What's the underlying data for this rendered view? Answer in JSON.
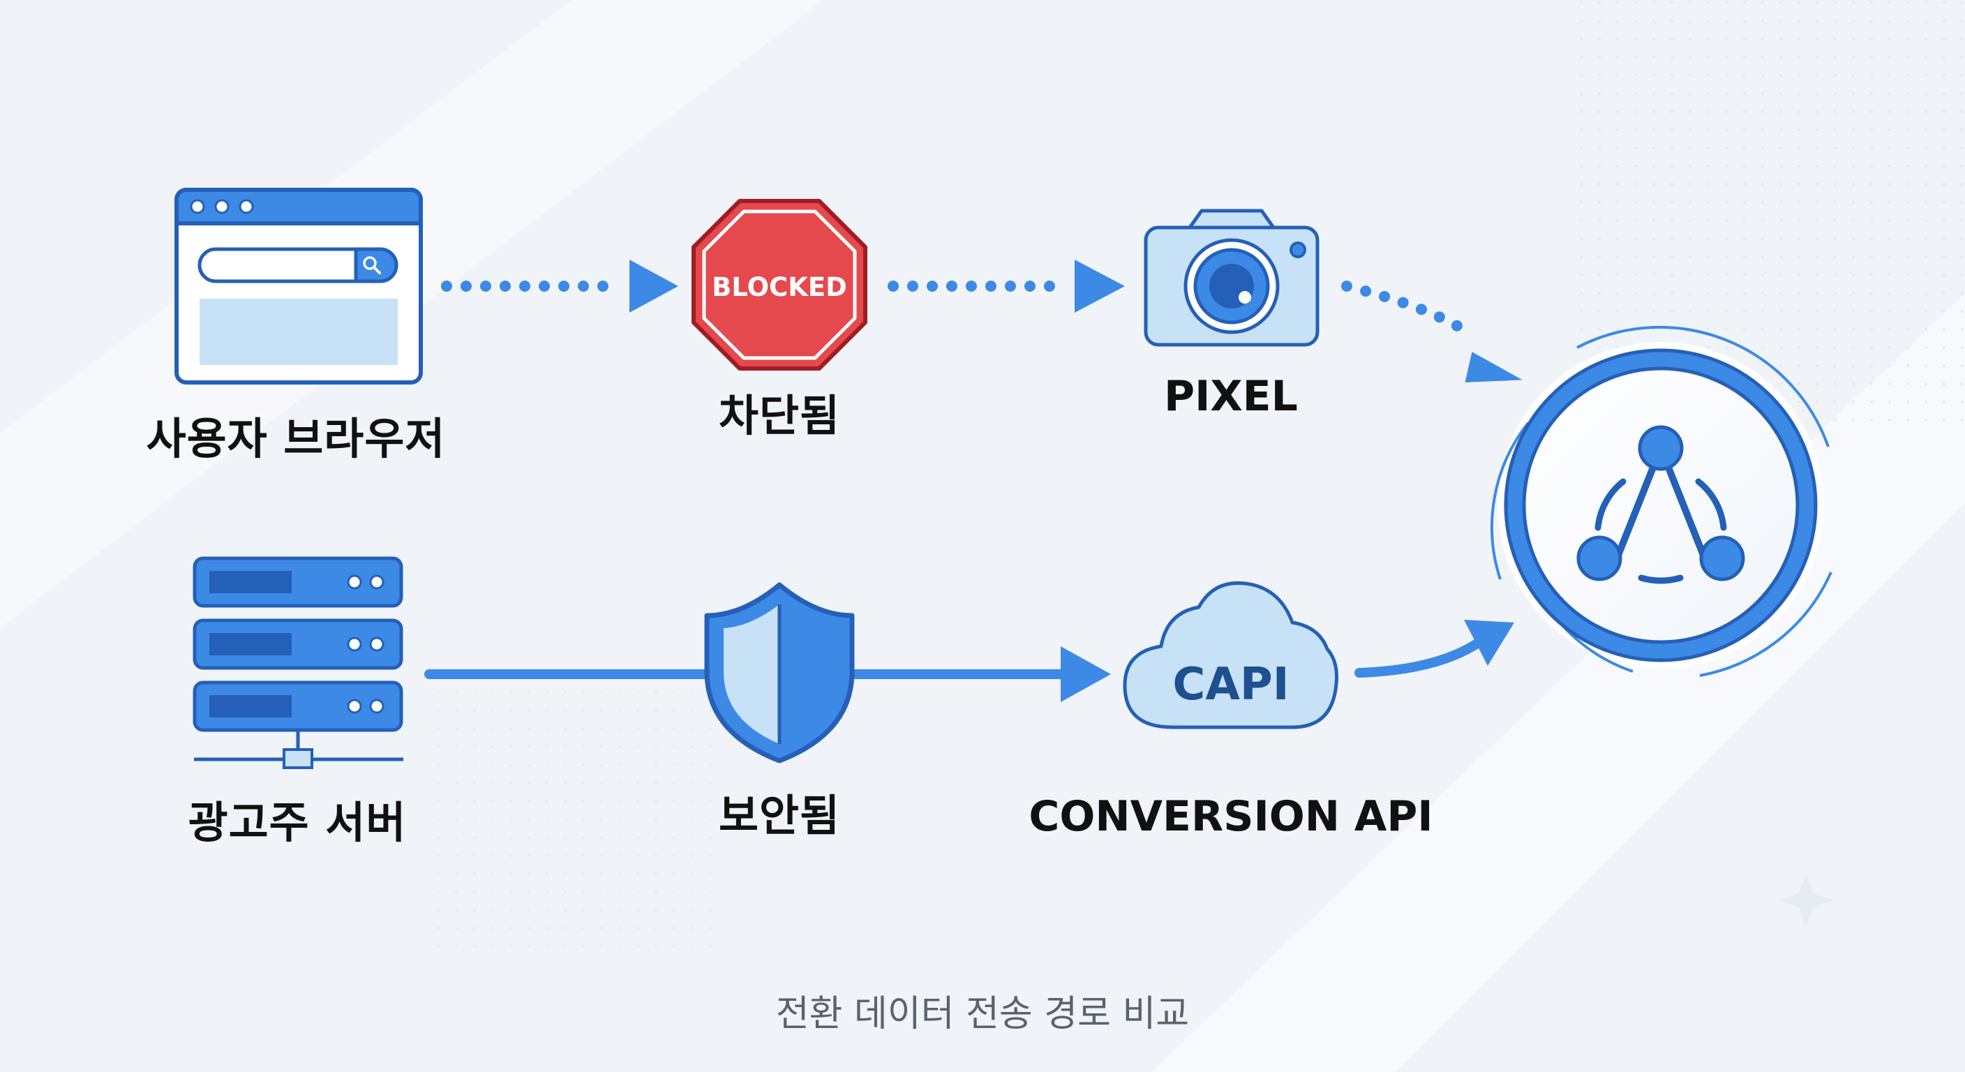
{
  "nodes": {
    "browser": {
      "label": "사용자 브라우저"
    },
    "blocked": {
      "sign_text": "BLOCKED",
      "label": "차단됨"
    },
    "pixel": {
      "label": "PIXEL"
    },
    "server": {
      "label": "광고주 서버"
    },
    "secured": {
      "label": "보안됨"
    },
    "capi": {
      "cloud_text": "CAPI",
      "label": "CONVERSION API"
    }
  },
  "caption": "전환 데이터 전송 경로 비교",
  "colors": {
    "background": "#f0f3f8",
    "primary_blue": "#3d89e6",
    "dark_blue": "#2460b8",
    "light_blue": "#c7e2f7",
    "red": "#e5484d",
    "text": "#111111",
    "caption": "#5b6170"
  },
  "icons": [
    "browser-window-icon",
    "search-icon",
    "stop-sign-icon",
    "camera-icon",
    "server-rack-icon",
    "shield-icon",
    "cloud-icon",
    "network-share-icon"
  ]
}
